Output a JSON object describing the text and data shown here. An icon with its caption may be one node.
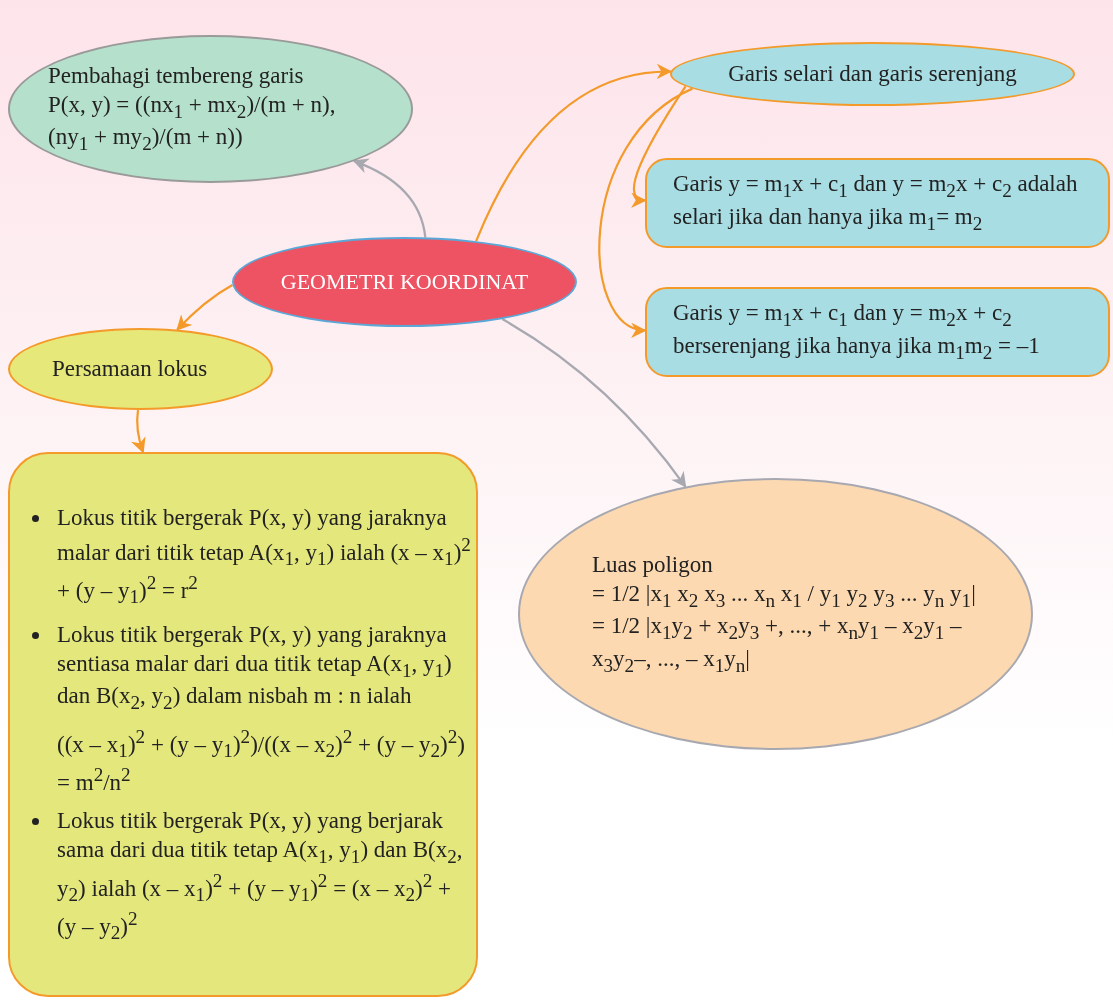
{
  "diagram": {
    "nodes": [
      {
        "text": [
          "Pembahagi tembereng garis",
          "P(x, y) = ((nx$_{1}$ + mx$_{2}$)/(m + n), (ny$_{1}$ + my$_{2}$)/(m + n))"
        ]
      },
      {
        "text": [
          "GEOMETRI KOORDINAT"
        ]
      },
      {
        "text": [
          "Garis selari dan garis serenjang"
        ]
      },
      {
        "text": [
          "Garis y = m$_{1}$x + c$_{1}$ dan y = m$_{2}$x + c$_{2}$ adalah selari jika dan hanya jika m$_{1}$= m$_{2}$"
        ]
      },
      {
        "text": [
          "Garis y = m$_{1}$x + c$_{1}$ dan y = m$_{2}$x + c$_{2}$ berserenjang jika hanya jika m$_{1}$m$_{2}$ = –1"
        ]
      },
      {
        "text": [
          "Persamaan lokus"
        ]
      },
      {
        "text": [
          "Lokus titik bergerak P(x, y) yang jaraknya malar dari titik tetap A(x$_{1}$, y$_{1}$) ialah (x – x$_{1}$)$^{2}$ + (y – y$_{1}$)$^{2}$ = r$^{2}$",
          "Lokus titik bergerak P(x, y) yang jaraknya sentiasa malar dari dua titik tetap A(x$_{1}$, y$_{1}$) dan B(x$_{2}$, y$_{2}$) dalam nisbah m : n ialah",
          "((x – x$_{1}$)$^{2}$ + (y – y$_{1}$)$^{2}$)/((x – x$_{2}$)$^{2}$ + (y – y$_{2}$)$^{2}$) = m$^{2}$/n$^{2}$",
          "Lokus titik bergerak P(x, y) yang berjarak sama dari dua titik tetap A(x$_{1}$, y$_{1}$) dan B(x$_{2}$, y$_{2}$) ialah (x – x$_{1}$)$^{2}$ + (y – y$_{1}$)$^{2}$ = (x – x$_{2}$)$^{2}$ + (y – y$_{2}$)$^{2}$"
        ]
      },
      {
        "text": [
          "Luas poligon",
          "= 1/2 |x$_{1}$ x$_{2}$ x$_{3}$ ... x$_{n}$ x$_{1}$ / y$_{1}$ y$_{2}$ y$_{3}$ ... y$_{n}$ y$_{1}$|",
          "= 1/2 |x$_{1}$y$_{2}$ + x$_{2}$y$_{3}$ +, ..., + x$_{n}$y$_{1}$ – x$_{2}$y$_{1}$ – x$_{3}$y$_{2}$–, ..., – x$_{1}$y$_{n}$|"
        ]
      }
    ],
    "edges": [
      {
        "from": 1,
        "to": 0,
        "arrow": "to",
        "color": "#a8a8b0"
      },
      {
        "from": 1,
        "to": 2,
        "arrow": "to"
      },
      {
        "from": 2,
        "to": 3,
        "arrow": "to"
      },
      {
        "from": 2,
        "to": 4,
        "arrow": "to"
      },
      {
        "from": 1,
        "to": 5,
        "arrow": "to"
      },
      {
        "from": 5,
        "to": 6,
        "arrow": "to"
      },
      {
        "from": 1,
        "to": 7,
        "arrow": "to",
        "color": "#a8a8b0"
      }
    ]
  }
}
